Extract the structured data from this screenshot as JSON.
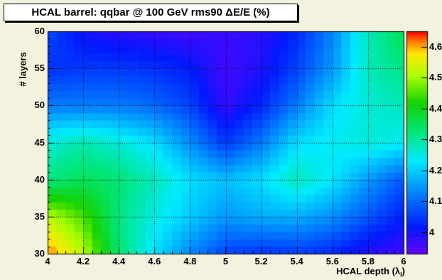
{
  "chart_data": {
    "type": "heatmap",
    "title": "HCAL barrel: qqbar @ 100 GeV rms90 ΔE/E (%)",
    "xlabel": "HCAL depth (λ",
    "xlabel_sub": "I",
    "xlabel_end": ")",
    "ylabel": "# layers",
    "xlim": [
      4,
      6
    ],
    "ylim": [
      30,
      60
    ],
    "x_ticks": [
      "4",
      "4.2",
      "4.4",
      "4.6",
      "4.8",
      "5",
      "5.2",
      "5.4",
      "5.6",
      "5.8",
      "6"
    ],
    "y_ticks": [
      "30",
      "35",
      "40",
      "45",
      "50",
      "55",
      "60"
    ],
    "colorbar_ticks": [
      "4",
      "4.1",
      "4.2",
      "4.3",
      "4.4",
      "4.5",
      "4.6"
    ],
    "zlim": [
      3.93,
      4.65
    ],
    "grid": true,
    "x_centers": [
      4.0,
      4.2,
      4.4,
      4.6,
      4.8,
      5.0,
      5.2,
      5.4,
      5.6,
      5.8,
      6.0
    ],
    "y_centers": [
      30,
      35,
      40,
      45,
      50,
      55,
      60
    ],
    "z": [
      [
        4.62,
        4.52,
        4.33,
        4.22,
        4.13,
        4.06,
        4.04,
        4.05,
        4.03,
        3.98,
        3.96
      ],
      [
        4.52,
        4.45,
        4.32,
        4.25,
        4.2,
        4.15,
        4.17,
        4.17,
        4.14,
        4.08,
        4.02
      ],
      [
        4.32,
        4.35,
        4.33,
        4.28,
        4.22,
        4.19,
        4.22,
        4.28,
        4.23,
        4.15,
        4.08
      ],
      [
        4.26,
        4.29,
        4.26,
        4.22,
        4.14,
        4.05,
        4.12,
        4.22,
        4.24,
        4.26,
        4.24
      ],
      [
        4.12,
        4.12,
        4.12,
        4.1,
        4.06,
        3.97,
        4.03,
        4.12,
        4.22,
        4.26,
        4.28
      ],
      [
        4.04,
        4.05,
        4.05,
        4.04,
        4.02,
        3.96,
        3.99,
        4.06,
        4.15,
        4.28,
        4.32
      ],
      [
        4.07,
        4.0,
        3.98,
        3.97,
        3.96,
        3.97,
        3.98,
        4.03,
        4.13,
        4.28,
        4.36
      ]
    ]
  }
}
